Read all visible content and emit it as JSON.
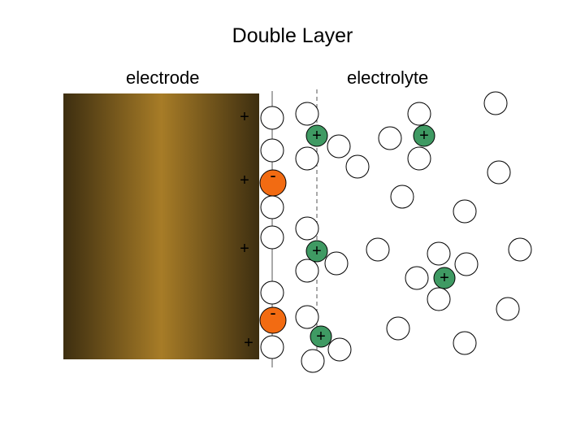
{
  "title": "Double Layer",
  "labels": {
    "electrode": "electrode",
    "electrolyte": "electrolyte"
  },
  "colors": {
    "electrode_dark": "#3d2e10",
    "electrode_light": "#a77c27",
    "anion": "#f26b12",
    "cation": "#3f9a63",
    "water_stroke": "#000000"
  },
  "symbols": {
    "surface_charge": "+",
    "anion": "-",
    "cation": "+"
  }
}
